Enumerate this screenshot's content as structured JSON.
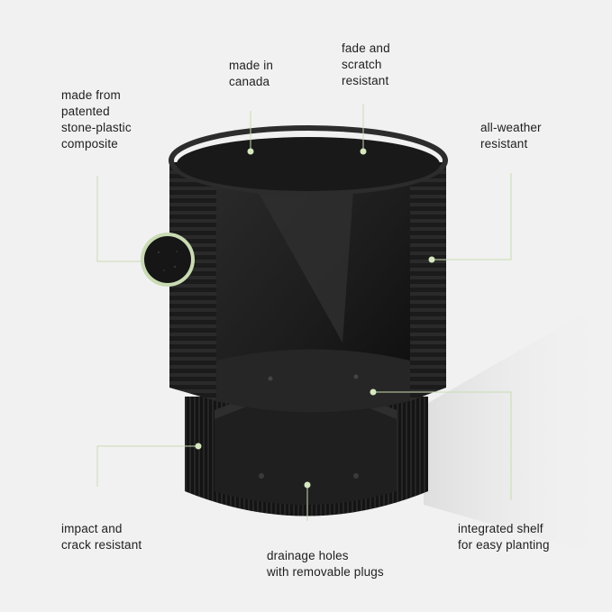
{
  "colors": {
    "background": "#f1f1f1",
    "planter": "#1a1a1a",
    "accent_line": "#c9dbb3",
    "dot": "#d6e8c0"
  },
  "callouts": [
    {
      "id": "stone-plastic",
      "text": "made from\npatented\nstone-plastic\ncomposite"
    },
    {
      "id": "made-in-canada",
      "text": "made in\ncanada"
    },
    {
      "id": "fade-scratch",
      "text": "fade and\nscratch\nresistant"
    },
    {
      "id": "all-weather",
      "text": "all-weather\nresistant"
    },
    {
      "id": "impact-crack",
      "text": "impact and\ncrack resistant"
    },
    {
      "id": "drainage-holes",
      "text": "drainage holes\nwith removable plugs"
    },
    {
      "id": "integrated-shelf",
      "text": "integrated shelf\nfor easy planting"
    }
  ],
  "icons": {
    "texture_swatch": "material-texture-swatch-icon"
  }
}
